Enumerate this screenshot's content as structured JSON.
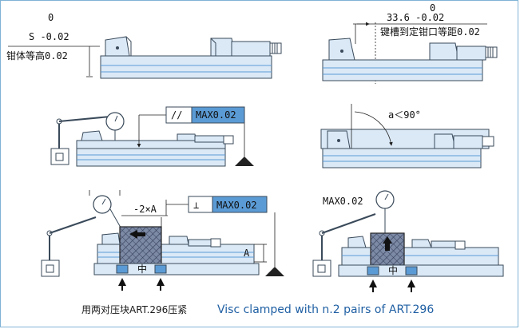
{
  "tol_s": {
    "zero": "0",
    "value": "S -0.02",
    "desc": "钳体等高0.02"
  },
  "tol_slot": {
    "zero": "0",
    "value": "33.6 -0.02",
    "desc": "键槽到定钳口等距0.02"
  },
  "parallel": {
    "symbol": "//",
    "label": "MAX0.02"
  },
  "angle": {
    "label": "a＜90°"
  },
  "perpendicular": {
    "symbol": "⊥",
    "label": "MAX0.02",
    "offset": "-2×A",
    "dim": "A"
  },
  "indicator_note": {
    "label": "MAX0.02"
  },
  "center_mark": "中",
  "caption": {
    "cn": "用两对压块ART.296压紧",
    "en": "Visc clamped with n.2 pairs of ART.296"
  },
  "colors": {
    "body": "#dbe9f7",
    "outline": "#3a4a5a",
    "highlight": "#5b9bd5",
    "block": "#6b7fa0"
  }
}
